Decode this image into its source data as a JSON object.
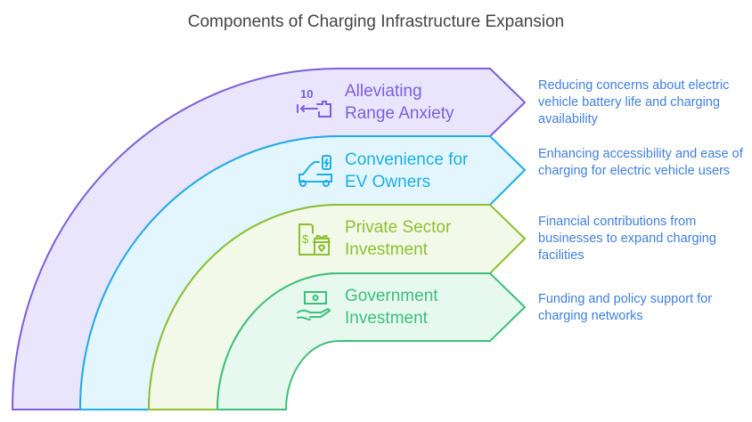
{
  "title": "Components of Charging Infrastructure Expansion",
  "layers": [
    {
      "label_line1": "Alleviating",
      "label_line2": "Range Anxiety",
      "description": "Reducing concerns about electric vehicle battery life and charging availability",
      "icon": "range-battery-icon",
      "icon_text": "10",
      "stroke": "#7b5fdc",
      "fill": "#e9e5fc"
    },
    {
      "label_line1": "Convenience for",
      "label_line2": "EV Owners",
      "description": "Enhancing accessibility and ease of charging for electric vehicle users",
      "icon": "ev-car-charging-icon",
      "stroke": "#1eaee6",
      "fill": "#e3f6fd"
    },
    {
      "label_line1": "Private Sector",
      "label_line2": "Investment",
      "description": "Financial contributions from businesses to expand charging facilities",
      "icon": "phone-money-gift-icon",
      "stroke": "#8dbf30",
      "fill": "#f3f9e9"
    },
    {
      "label_line1": "Government",
      "label_line2": "Investment",
      "description": "Funding and policy support for charging networks",
      "icon": "hand-money-icon",
      "stroke": "#3cbf7c",
      "fill": "#e7f8ef"
    }
  ]
}
